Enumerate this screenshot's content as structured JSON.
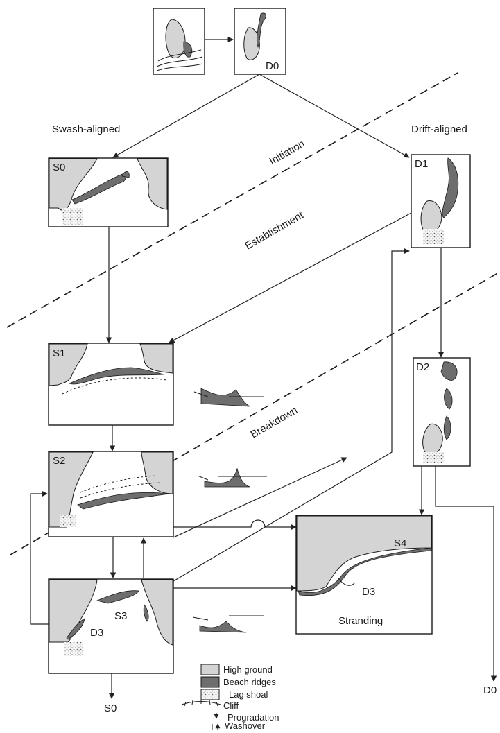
{
  "labels": {
    "d0_top": "D0",
    "swash_aligned": "Swash-aligned",
    "drift_aligned": "Drift-aligned",
    "initiation": "Initiation",
    "establishment": "Establishment",
    "breakdown": "Breakdown",
    "s0": "S0",
    "d1": "D1",
    "s1": "S1",
    "d2": "D2",
    "s2": "S2",
    "s3": "S3",
    "s3_d3": "D3",
    "s4": "S4",
    "s4_d3": "D3",
    "stranding": "Stranding",
    "s0_bottom": "S0",
    "d0_right": "D0"
  },
  "legend": {
    "items": [
      "High ground",
      "Beach ridges",
      "Lag shoal",
      "Cliff",
      "Progradation",
      "Washover"
    ]
  },
  "colors": {
    "high_ground": "#d4d4d4",
    "beach_ridges": "#6e6e6e",
    "lag_shoal": "#f2f2f2",
    "line": "#1a1a1a"
  }
}
